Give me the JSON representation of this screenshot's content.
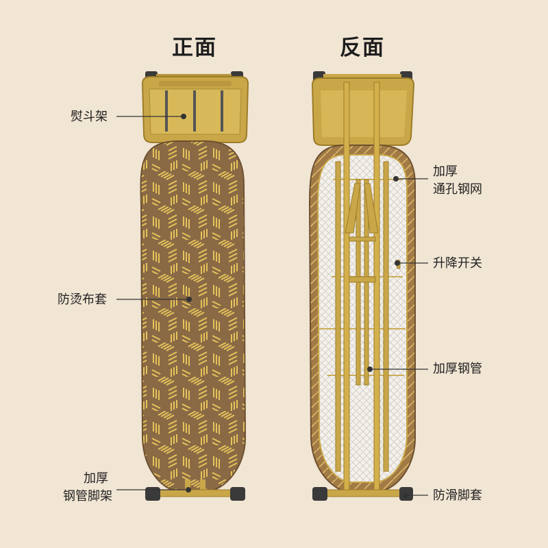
{
  "headings": {
    "front": "正面",
    "back": "反面"
  },
  "labels": {
    "iron_rest": "熨斗架",
    "cover": "防烫布套",
    "leg_frame_line1": "加厚",
    "leg_frame_line2": "钢管脚架",
    "mesh_line1": "加厚",
    "mesh_line2": "通孔钢网",
    "height_switch": "升降开关",
    "steel_tube": "加厚钢管",
    "foot_cover": "防滑脚套"
  },
  "colors": {
    "background": "#f1e5d4",
    "gold": "#c9a748",
    "gold_dark": "#9c7c28",
    "cover_brown": "#8a6a45",
    "pattern_gold": "#e6c45c",
    "mesh_white": "#f4f1ec",
    "rubber": "#3a3a3a",
    "leader_line": "#333333"
  },
  "icons": {
    "pointer_dot": "leader-dot-icon"
  }
}
